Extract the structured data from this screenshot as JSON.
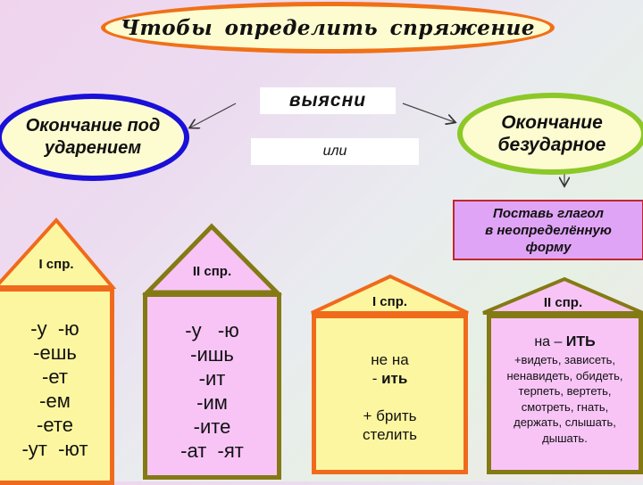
{
  "title": "Чтобы  определить  спряжение",
  "center": {
    "find_out": "выясни",
    "or": "или"
  },
  "left_oval": {
    "line1": "Окончание под",
    "line2": "ударением"
  },
  "right_oval": {
    "line1": "Окончание",
    "line2": "безударное"
  },
  "instruction": {
    "line1": "Поставь глагол",
    "line2": "в неопределённую",
    "line3": "форму"
  },
  "houses": [
    {
      "roof": "I спр.",
      "lines": [
        "-у  -ю",
        "-ешь",
        "-ет",
        "-ем",
        "-ете",
        "-ут  -ют"
      ]
    },
    {
      "roof": "II  спр.",
      "lines": [
        "-у   -ю",
        "-ишь",
        "-ит",
        "-им",
        "-ите",
        "-ат  -ят"
      ]
    },
    {
      "roof": "I спр.",
      "lines": [
        "не на",
        "- ",
        "ить",
        "+ брить",
        "стелить"
      ]
    },
    {
      "roof": "II спр.",
      "heading_prefix": "на – ",
      "heading_bold": "ИТЬ",
      "lines": [
        "+видеть, зависеть,",
        "ненавидеть, обидеть,",
        "терпеть, вертеть,",
        "смотреть, гнать,",
        "держать, слышать,",
        "дышать."
      ]
    }
  ],
  "colors": {
    "title_border": "#f07018",
    "oval_fill": "#fdfbd0",
    "left_oval_border": "#1a10d8",
    "right_oval_border": "#8cc828",
    "instruction_fill": "#e0a4f6",
    "instruction_border": "#c0282c",
    "yellow_house_fill": "#fdf6a0",
    "yellow_house_border": "#f06a1c",
    "pink_house_fill": "#f8c4f6",
    "pink_house_border": "#847a14"
  }
}
